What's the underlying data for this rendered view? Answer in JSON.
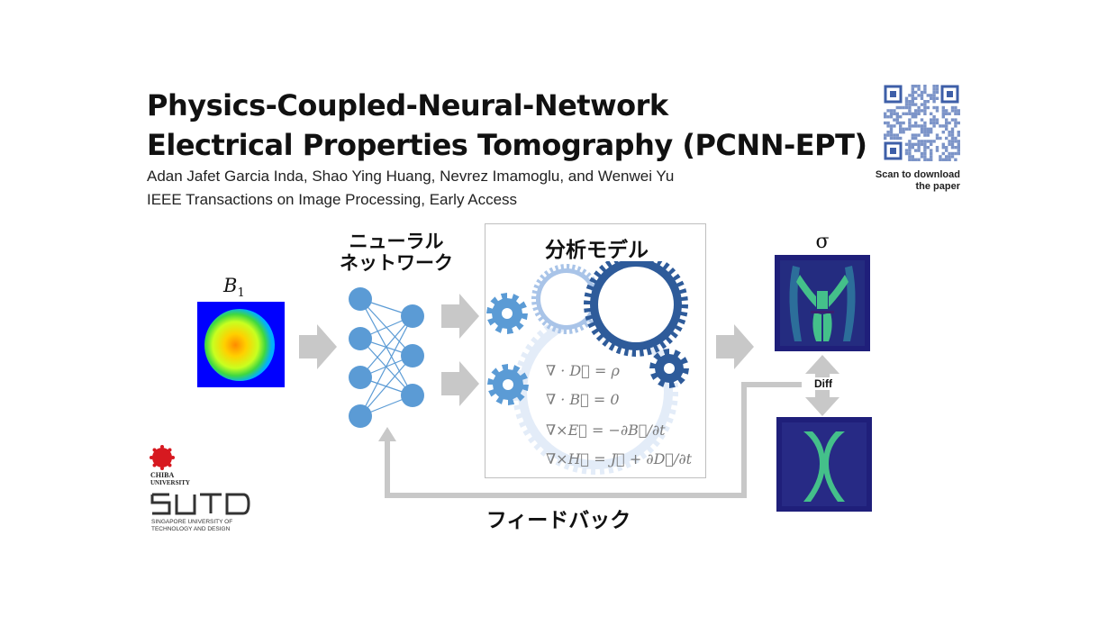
{
  "header": {
    "title_line1": "Physics-Coupled-Neural-Network",
    "title_line2": "Electrical Properties Tomography (PCNN-EPT)",
    "authors": "Adan Jafet Garcia Inda, Shao Ying Huang, Nevrez Imamoglu, and Wenwei Yu",
    "journal": "IEEE Transactions on Image Processing, Early Access"
  },
  "qr": {
    "caption_line1": "Scan to download",
    "caption_line2": "the paper"
  },
  "diagram": {
    "input_label_main": "B",
    "input_label_sub": "1",
    "nn_label_line1": "ニューラル",
    "nn_label_line2": "ネットワーク",
    "model_label": "分析モデル",
    "equations": [
      "∇ · D⃗ = ρ",
      "∇ · B⃗ = 0",
      "∇×E⃗ = −∂B⃗/∂t",
      "∇×H⃗ = J⃗ + ∂D⃗/∂t"
    ],
    "output_label": "σ",
    "diff_label": "Diff",
    "feedback_label": "フィードバック"
  },
  "logos": {
    "chiba_line1": "CHIBA",
    "chiba_line2": "UNIVERSITY",
    "sutd_line1": "SINGAPORE UNIVERSITY OF",
    "sutd_line2": "TECHNOLOGY AND DESIGN"
  },
  "colors": {
    "arrow_gray": "#c8c8c8",
    "node_blue": "#5b9bd5",
    "gear_light": "#a9c4e8",
    "gear_dark": "#2e5b9a",
    "map_bg": "#1f1f7a",
    "map_tissue": "#44c08a"
  }
}
